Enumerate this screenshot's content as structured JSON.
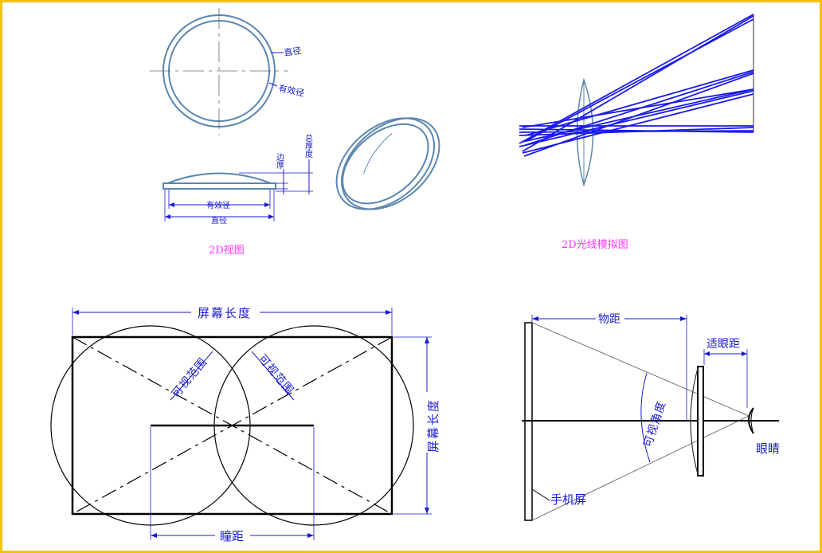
{
  "colors": {
    "border": "#f5c400",
    "lens_stroke": "#5b86b0",
    "dimension": "#1a1ad0",
    "caption": "#ff33ff",
    "ray": "#1a1ae6",
    "black": "#000000"
  },
  "view2d": {
    "caption": "2D视图",
    "label_diameter": "直径",
    "label_effective": "有效径",
    "label_edge_thickness": "边厚",
    "label_total_thickness": "总厚度",
    "label_effective_bottom": "有效径",
    "label_diameter_bottom": "直径"
  },
  "ray_sim": {
    "caption": "2D光线模拟图"
  },
  "screen": {
    "label_screen_length_top": "屏幕长度",
    "label_screen_length_side": "屏幕长度",
    "label_view_range_left": "可视范围",
    "label_view_range_right": "可视范围",
    "label_ipd": "瞳距"
  },
  "optics": {
    "label_object_distance": "物距",
    "label_eye_relief": "适眼距",
    "label_view_angle": "可视角度",
    "label_eye": "眼睛",
    "label_phone_screen": "手机屏"
  }
}
